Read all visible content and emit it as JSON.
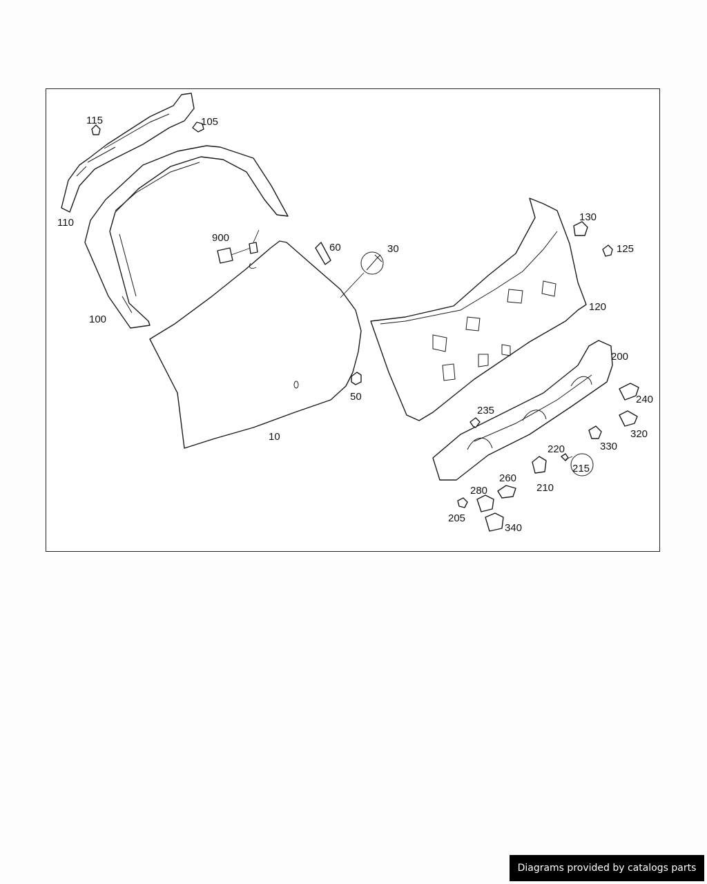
{
  "diagram": {
    "callouts": [
      "115",
      "105",
      "110",
      "100",
      "900",
      "60",
      "30",
      "10",
      "50",
      "130",
      "125",
      "120",
      "200",
      "235",
      "240",
      "320",
      "330",
      "220",
      "215",
      "210",
      "260",
      "280",
      "205",
      "340"
    ]
  },
  "footer": {
    "credit_text": "Diagrams provided by catalogs parts"
  }
}
